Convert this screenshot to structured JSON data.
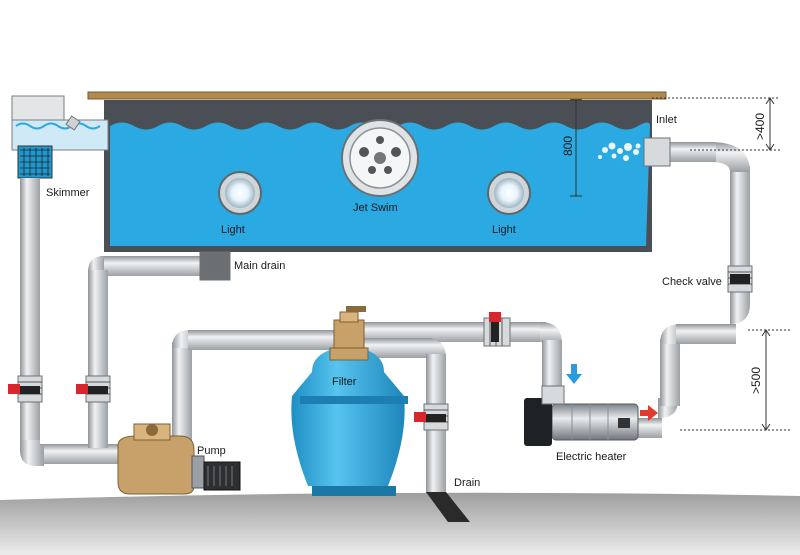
{
  "labels": {
    "inlet": "Inlet",
    "skimmer": "Skimmer",
    "jet_swim": "Jet Swim",
    "light_left": "Light",
    "light_right": "Light",
    "main_drain": "Main drain",
    "check_valve": "Check valve",
    "filter": "Filter",
    "pump": "Pump",
    "drain": "Drain",
    "electric_heater": "Electric heater"
  },
  "dimensions": {
    "depth": "800",
    "inlet_height": ">400",
    "heater_height": ">500"
  },
  "colors": {
    "water": "#2aa9e3",
    "pipe": "#bfc3c7",
    "deck": "#b08a4f",
    "valve": "#d9262d",
    "filter": "#3fb3e6",
    "pump": "#c7a06a",
    "ground": "#bcbcbc",
    "arrow_red": "#e23a2e",
    "arrow_blue": "#2a9be0"
  }
}
